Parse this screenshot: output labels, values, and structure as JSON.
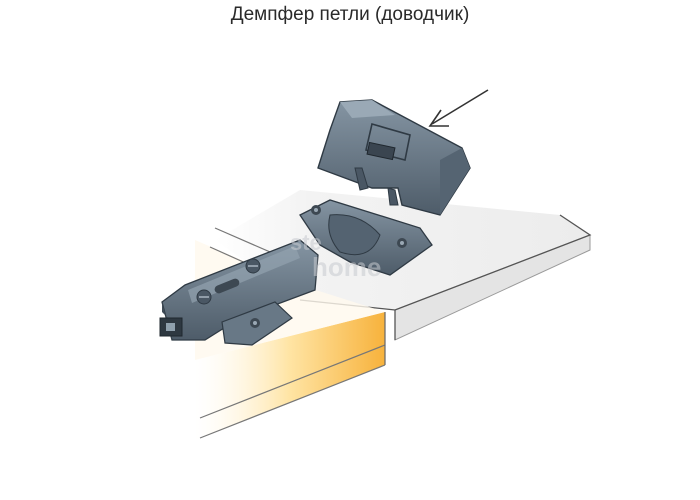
{
  "title": "Демпфер петли (доводчик)",
  "watermark": {
    "line1": "ste",
    "line2": "home"
  },
  "colors": {
    "part": "#5f6e7c",
    "part_light": "#7d8c99",
    "part_dark": "#3f4b56",
    "board_top": "#f1f1f1",
    "board_edge": "#e3e3e3",
    "outline": "#333333",
    "door_edge": "#f7b23c",
    "wood_fade": "#fff3d6"
  },
  "icons": {
    "arrow": "insertion-arrow-icon"
  }
}
